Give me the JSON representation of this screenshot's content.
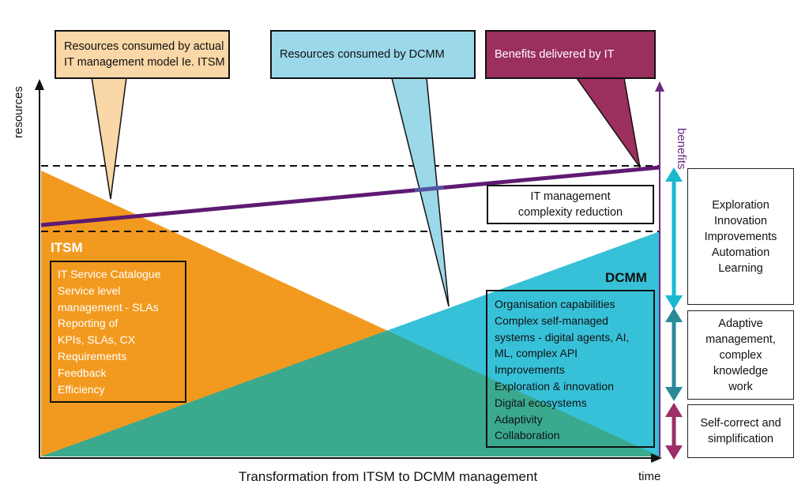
{
  "axes": {
    "y_left_label": "resources",
    "y_right_label": "benefits",
    "x_label": "Transformation from ITSM to DCMM management",
    "x_end_label": "time"
  },
  "callouts": {
    "itsm": {
      "line1": "Resources consumed by actual",
      "line2": "IT management model Ie. ITSM"
    },
    "dcmm": "Resources consumed by DCMM",
    "benefits": "Benefits delivered by IT"
  },
  "complexity_box": {
    "line1": "IT management",
    "line2": "complexity reduction"
  },
  "itsm": {
    "title": "ITSM",
    "items": [
      "IT Service Catalogue",
      "Service level",
      "management - SLAs",
      "Reporting of",
      "KPIs, SLAs, CX",
      "Requirements",
      "Feedback",
      "Efficiency"
    ]
  },
  "dcmm": {
    "title": "DCMM",
    "items": [
      "Organisation capabilities",
      "Complex self-managed",
      "systems - digital agents, AI,",
      "ML, complex API",
      "Improvements",
      "Exploration & innovation",
      "Digital ecosystems",
      "Adaptivity",
      "Collaboration"
    ]
  },
  "side_boxes": [
    {
      "lines": [
        "Exploration",
        "Innovation",
        "Improvements",
        "Automation",
        "Learning"
      ]
    },
    {
      "lines": [
        "Adaptive",
        "management,",
        "complex",
        "knowledge",
        "work"
      ]
    },
    {
      "lines": [
        "Self-correct and",
        "simplification"
      ]
    }
  ],
  "colors": {
    "itsm_orange": "#f29a1f",
    "dcmm_blue": "#37c1d8",
    "overlap_green": "#3aa98e",
    "benefit_purple": "#5e1a72",
    "callout_peach": "#f9d7a6",
    "callout_lightblue": "#9bd8ea",
    "callout_maroon": "#9b2f5d",
    "arrow_cyan": "#1ab8d0",
    "arrow_teal": "#2a8a98",
    "arrow_maroon": "#9b2f66"
  }
}
